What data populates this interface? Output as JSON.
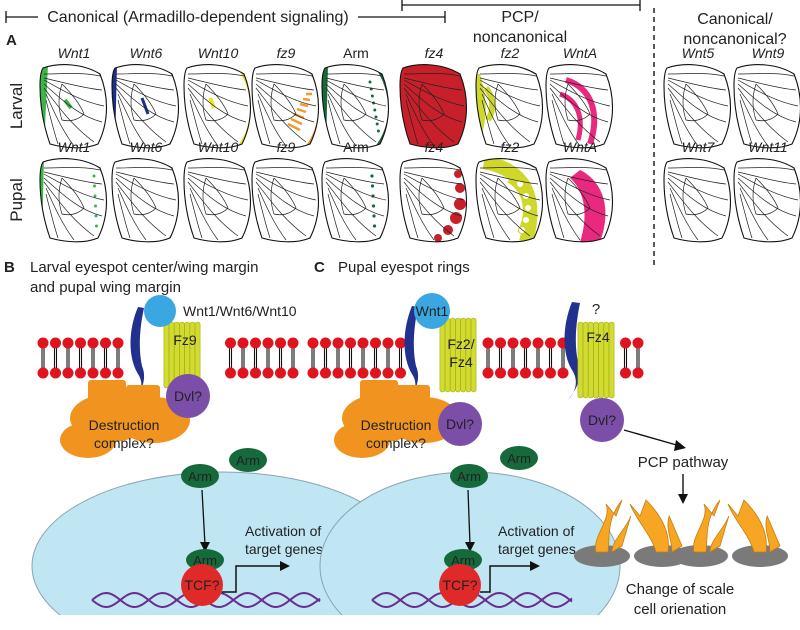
{
  "header": {
    "canonical": "Canonical (Armadillo-dependent signaling)",
    "pcp_line1": "PCP/",
    "pcp_line2": "noncanonical",
    "unknown_line1": "Canonical/",
    "unknown_line2": "noncanonical?"
  },
  "panel_a": {
    "letter": "A",
    "row_labels": [
      "Larval",
      "Pupal"
    ],
    "larval_wings": [
      {
        "label": "Wnt1",
        "italic": true,
        "color": "#3cb44a"
      },
      {
        "label": "Wnt6",
        "italic": true,
        "color": "#1c2f86"
      },
      {
        "label": "Wnt10",
        "italic": true,
        "color": "#e8e82a"
      },
      {
        "label": "fz9",
        "italic": true,
        "color": "#f29a2e"
      },
      {
        "label": "Arm",
        "italic": false,
        "color": "#15693a"
      },
      {
        "label": "fz4",
        "italic": true,
        "color": "#c8202a"
      },
      {
        "label": "fz2",
        "italic": true,
        "color": "#cfd82a"
      },
      {
        "label": "WntA",
        "italic": true,
        "color": "#e8297e"
      }
    ],
    "pupal_wings": [
      {
        "label": "Wnt1",
        "italic": true,
        "color": "#3cb44a"
      },
      {
        "label": "Wnt6",
        "italic": true,
        "color": "#1c2f86"
      },
      {
        "label": "Wnt10",
        "italic": true,
        "color": "#e8e82a"
      },
      {
        "label": "fz9",
        "italic": true,
        "color": "#f29a2e"
      },
      {
        "label": "Arm",
        "italic": false,
        "color": "#15693a"
      },
      {
        "label": "fz4",
        "italic": true,
        "color": "#c8202a"
      },
      {
        "label": "fz2",
        "italic": true,
        "color": "#cfd82a"
      },
      {
        "label": "WntA",
        "italic": true,
        "color": "#e8297e"
      }
    ],
    "unknown_wings": [
      "Wnt5",
      "Wnt9",
      "Wnt7",
      "Wnt11"
    ]
  },
  "panel_b": {
    "letter": "B",
    "title_line1": "Larval eyespot center/wing margin",
    "title_line2": "and pupal wing margin",
    "ligand": "Wnt1/Wnt6/Wnt10",
    "receptor": "Fz9",
    "dvl": "Dvl?",
    "complex_line1": "Destruction",
    "complex_line2": "complex?",
    "arm": "Arm",
    "tcf": "TCF?",
    "activation_line1": "Activation of",
    "activation_line2": "target genes"
  },
  "panel_c": {
    "letter": "C",
    "title": "Pupal eyespot rings",
    "ligand": "Wnt1",
    "receptor_line1": "Fz2/",
    "receptor_line2": "Fz4",
    "receptor2": "Fz4",
    "unknown_ligand": "?",
    "dvl": "Dvl?",
    "dvl2": "Dvl?",
    "complex_line1": "Destruction",
    "complex_line2": "complex?",
    "arm": "Arm",
    "tcf": "TCF?",
    "activation_line1": "Activation of",
    "activation_line2": "target genes",
    "pcp": "PCP pathway",
    "scale_line1": "Change of scale",
    "scale_line2": "cell orienation"
  },
  "colors": {
    "membrane_head": "#e0141e",
    "receptor": "#d2dc30",
    "coreceptor": "#22318d",
    "wnt": "#3aa7e0",
    "dvl": "#7b4ea8",
    "complex": "#f0941f",
    "arm": "#15693a",
    "tcf": "#e02a2a",
    "nucleus": "#bfe6f2",
    "dna": "#6a2c91",
    "scale": "#f6a623",
    "scale_base": "#7a7a7a"
  }
}
